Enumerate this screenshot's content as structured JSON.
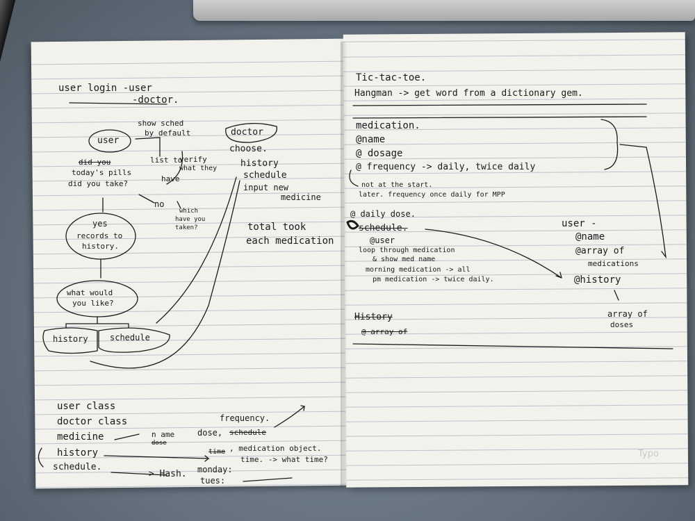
{
  "left_page": {
    "header_line1": "user login -user",
    "header_line2": "-doctor.",
    "flow": {
      "user_node": "user",
      "show_sched": "show sched",
      "by_default": "by default",
      "list_to": "list to",
      "verify": "verify",
      "what_they": "what they",
      "have": "have",
      "did_you": "did you",
      "todays_pills": "today's pills",
      "did_you_take": "did you take?",
      "no": "no",
      "which": "which",
      "have_you": "have you",
      "taken": "taken?",
      "yes": "yes",
      "records_to": "records to",
      "history_dot": "history.",
      "what_would": "what would",
      "you_like": "you like?",
      "history_node": "history",
      "schedule_node": "schedule"
    },
    "doctor": {
      "node": "doctor",
      "choose": "choose.",
      "history": "history",
      "schedule": "schedule",
      "input_new": "input new",
      "medicine": "medicine",
      "total_took": "total took",
      "each_medication": "each medication"
    },
    "classes": {
      "user_class": "user class",
      "doctor_class": "doctor class",
      "medicine": "medicine",
      "history": "history",
      "schedule": "schedule.",
      "name_note": "n ame",
      "dose_note": "dose",
      "frequency": "frequency.",
      "dose_sched": "dose,",
      "schedule_struck": "schedule",
      "time_struck": "time",
      "medication_object": ", medication object.",
      "time_what": "time. -> what time?",
      "hash": "-> Hash.",
      "monday": "monday:",
      "tues": "tues:"
    }
  },
  "right_page": {
    "tic_tac_toe": "Tic-tac-toe.",
    "hangman": "Hangman -> get word from a dictionary gem.",
    "medication": "medication.",
    "at_name": "@name",
    "at_dosage": "@ dosage",
    "at_frequency": "@ frequency -> daily, twice daily",
    "not_at_start": "not at the start.",
    "later_freq": "later. frequency once daily for MPP",
    "daily_dose": "@ daily dose.",
    "schedule": "schedule.",
    "at_user": "@user",
    "loop": "loop through medication",
    "show_med": "& show med name",
    "morning": "morning medication -> all",
    "pm": "pm medication -> twice daily.",
    "user_title": "user -",
    "user_name": "@name",
    "user_array": "@array of",
    "user_medications": "medications",
    "user_history": "@history",
    "array_of": "array of",
    "doses": "doses",
    "history_struck": "History",
    "array_struck": "@ array of",
    "watermark": "Typo"
  },
  "colors": {
    "ink": "#1a1a1a",
    "paper": "#f3f1ec",
    "rule": "#b9c2cc",
    "desk": "#66737f"
  }
}
